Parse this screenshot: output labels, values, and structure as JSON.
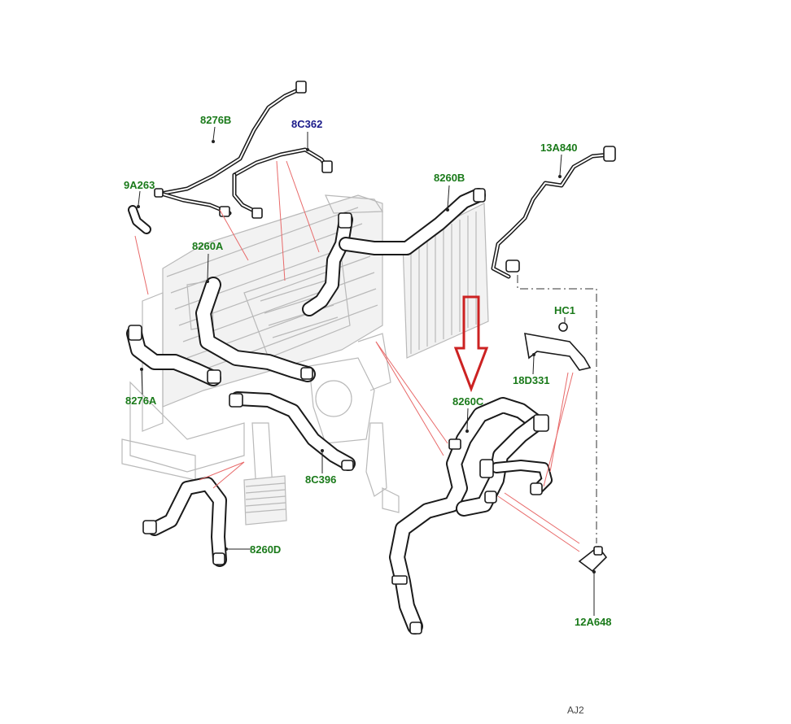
{
  "diagram": {
    "labels": [
      {
        "id": "8276B",
        "text": "8276B",
        "color": "#1a7a1a"
      },
      {
        "id": "8C362",
        "text": "8C362",
        "color": "#1a1a8a"
      },
      {
        "id": "9A263",
        "text": "9A263",
        "color": "#1a7a1a"
      },
      {
        "id": "8260B",
        "text": "8260B",
        "color": "#1a7a1a"
      },
      {
        "id": "13A840",
        "text": "13A840",
        "color": "#1a7a1a"
      },
      {
        "id": "8260A",
        "text": "8260A",
        "color": "#1a7a1a"
      },
      {
        "id": "HC1",
        "text": "HC1",
        "color": "#1a7a1a"
      },
      {
        "id": "18D331",
        "text": "18D331",
        "color": "#1a7a1a"
      },
      {
        "id": "8276A",
        "text": "8276A",
        "color": "#1a7a1a"
      },
      {
        "id": "8260C",
        "text": "8260C",
        "color": "#1a7a1a"
      },
      {
        "id": "8C396",
        "text": "8C396",
        "color": "#1a7a1a"
      },
      {
        "id": "8260D",
        "text": "8260D",
        "color": "#1a7a1a"
      },
      {
        "id": "12A648",
        "text": "12A648",
        "color": "#1a7a1a"
      }
    ],
    "footer_code": "AJ2",
    "highlight_arrow_color": "#cc2222",
    "leader_color_red": "#e86a6a"
  }
}
